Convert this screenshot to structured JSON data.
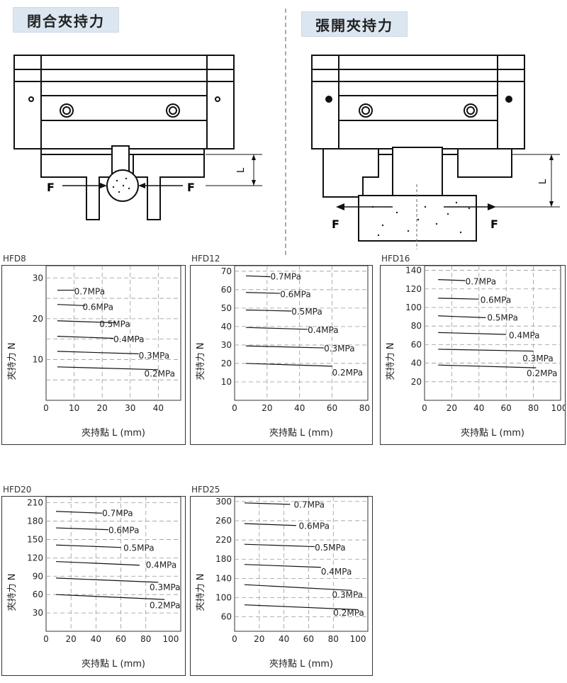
{
  "diagrams": {
    "close_title": "閉合夾持力",
    "open_title": "張開夾持力",
    "force_label": "F",
    "distance_label": "L"
  },
  "chart_data": [
    {
      "type": "line",
      "panel_label": "HFD8",
      "xlabel": "夾持點 L (mm)",
      "ylabel": "夾持力 N",
      "xlim": [
        0,
        48
      ],
      "ylim": [
        0,
        33
      ],
      "xticks": [
        0,
        10,
        20,
        30,
        40
      ],
      "yticks": [
        10,
        20,
        30
      ],
      "xgrid": [
        10,
        20,
        30,
        40
      ],
      "ygrid": [
        5,
        10,
        15,
        20,
        25,
        30
      ],
      "series": [
        {
          "name": "0.7MPa",
          "x": [
            4,
            10
          ],
          "y": [
            27,
            27
          ],
          "lx": 10,
          "ly": 26.7
        },
        {
          "name": "0.6MPa",
          "x": [
            4,
            14
          ],
          "y": [
            23.5,
            23.2
          ],
          "lx": 13,
          "ly": 22.8
        },
        {
          "name": "0.5MPa",
          "x": [
            4,
            25
          ],
          "y": [
            19.5,
            19.0
          ],
          "lx": 19,
          "ly": 18.7
        },
        {
          "name": "0.4MPa",
          "x": [
            4,
            24
          ],
          "y": [
            15.7,
            15.2
          ],
          "lx": 24,
          "ly": 14.9
        },
        {
          "name": "0.3MPa",
          "x": [
            4,
            33
          ],
          "y": [
            12,
            11.4
          ],
          "lx": 33,
          "ly": 10.9
        },
        {
          "name": "0.2MPa",
          "x": [
            4,
            40
          ],
          "y": [
            8.2,
            7.5
          ],
          "lx": 35,
          "ly": 6.5
        }
      ]
    },
    {
      "type": "line",
      "panel_label": "HFD12",
      "xlabel": "夾持點 L (mm)",
      "ylabel": "夾持力 N",
      "xlim": [
        0,
        82
      ],
      "ylim": [
        0,
        73
      ],
      "xticks": [
        0,
        20,
        40,
        60,
        80
      ],
      "yticks": [
        10,
        20,
        30,
        40,
        50,
        60,
        70
      ],
      "xgrid": [
        20,
        40,
        60
      ],
      "ygrid": [
        10,
        20,
        30,
        40,
        50,
        60,
        70
      ],
      "series": [
        {
          "name": "0.7MPa",
          "x": [
            7,
            22
          ],
          "y": [
            67.5,
            67
          ],
          "lx": 22,
          "ly": 67
        },
        {
          "name": "0.6MPa",
          "x": [
            7,
            28
          ],
          "y": [
            58.5,
            58
          ],
          "lx": 28,
          "ly": 57.5
        },
        {
          "name": "0.5MPa",
          "x": [
            7,
            35
          ],
          "y": [
            49,
            48.4
          ],
          "lx": 35,
          "ly": 48
        },
        {
          "name": "0.4MPa",
          "x": [
            7,
            45
          ],
          "y": [
            39.5,
            38.5
          ],
          "lx": 45,
          "ly": 38
        },
        {
          "name": "0.3MPa",
          "x": [
            7,
            55
          ],
          "y": [
            29.5,
            28.4
          ],
          "lx": 55,
          "ly": 28
        },
        {
          "name": "0.2MPa",
          "x": [
            7,
            60
          ],
          "y": [
            20,
            18.5
          ],
          "lx": 60,
          "ly": 15
        }
      ]
    },
    {
      "type": "line",
      "panel_label": "HFD16",
      "xlabel": "夾持點 L (mm)",
      "ylabel": "夾持力 N",
      "xlim": [
        0,
        100
      ],
      "ylim": [
        0,
        145
      ],
      "xticks": [
        0,
        20,
        40,
        60,
        80,
        100
      ],
      "yticks": [
        20,
        40,
        60,
        80,
        100,
        120,
        140
      ],
      "xgrid": [
        20,
        40,
        60,
        80
      ],
      "ygrid": [
        20,
        40,
        60,
        80,
        100,
        120,
        140
      ],
      "series": [
        {
          "name": "0.7MPa",
          "x": [
            10,
            30
          ],
          "y": [
            130,
            129
          ],
          "lx": 30,
          "ly": 128
        },
        {
          "name": "0.6MPa",
          "x": [
            10,
            40
          ],
          "y": [
            110,
            109
          ],
          "lx": 41,
          "ly": 108
        },
        {
          "name": "0.5MPa",
          "x": [
            10,
            45
          ],
          "y": [
            91,
            89
          ],
          "lx": 46,
          "ly": 89
        },
        {
          "name": "0.4MPa",
          "x": [
            10,
            60
          ],
          "y": [
            73,
            71
          ],
          "lx": 62,
          "ly": 70
        },
        {
          "name": "0.3MPa",
          "x": [
            10,
            80
          ],
          "y": [
            55,
            53
          ],
          "lx": 72,
          "ly": 45
        },
        {
          "name": "0.2MPa",
          "x": [
            10,
            82
          ],
          "y": [
            38,
            35
          ],
          "lx": 75,
          "ly": 29
        }
      ]
    },
    {
      "type": "line",
      "panel_label": "HFD20",
      "xlabel": "夾持點 L (mm)",
      "ylabel": "夾持力 N",
      "xlim": [
        0,
        108
      ],
      "ylim": [
        0,
        220
      ],
      "xticks": [
        0,
        20,
        40,
        60,
        80,
        100
      ],
      "yticks": [
        30,
        60,
        90,
        120,
        150,
        180,
        210
      ],
      "xgrid": [
        20,
        40,
        60,
        80
      ],
      "ygrid": [
        30,
        60,
        90,
        120,
        150,
        180,
        210
      ],
      "series": [
        {
          "name": "0.7MPa",
          "x": [
            8,
            45
          ],
          "y": [
            196,
            193
          ],
          "lx": 45,
          "ly": 193
        },
        {
          "name": "0.6MPa",
          "x": [
            8,
            50
          ],
          "y": [
            169,
            166
          ],
          "lx": 50,
          "ly": 165
        },
        {
          "name": "0.5MPa",
          "x": [
            8,
            60
          ],
          "y": [
            141,
            137
          ],
          "lx": 62,
          "ly": 136
        },
        {
          "name": "0.4MPa",
          "x": [
            8,
            75
          ],
          "y": [
            114,
            108
          ],
          "lx": 80,
          "ly": 108
        },
        {
          "name": "0.3MPa",
          "x": [
            8,
            90
          ],
          "y": [
            87,
            80
          ],
          "lx": 83,
          "ly": 72
        },
        {
          "name": "0.2MPa",
          "x": [
            8,
            95
          ],
          "y": [
            60,
            52
          ],
          "lx": 83,
          "ly": 42
        }
      ]
    },
    {
      "type": "line",
      "panel_label": "HFD25",
      "xlabel": "夾持點 L (mm)",
      "ylabel": "夾持力 N",
      "xlim": [
        0,
        108
      ],
      "ylim": [
        30,
        310
      ],
      "xticks": [
        0,
        20,
        40,
        60,
        80,
        100
      ],
      "yticks": [
        60,
        100,
        140,
        180,
        220,
        260,
        300
      ],
      "xgrid": [
        20,
        40,
        60,
        80
      ],
      "ygrid": [
        60,
        100,
        140,
        180,
        220,
        260,
        300
      ],
      "series": [
        {
          "name": "0.7MPa",
          "x": [
            8,
            45
          ],
          "y": [
            297,
            294
          ],
          "lx": 48,
          "ly": 293
        },
        {
          "name": "0.6MPa",
          "x": [
            8,
            50
          ],
          "y": [
            254,
            250
          ],
          "lx": 52,
          "ly": 249
        },
        {
          "name": "0.5MPa",
          "x": [
            8,
            65
          ],
          "y": [
            211,
            206
          ],
          "lx": 65,
          "ly": 204
        },
        {
          "name": "0.4MPa",
          "x": [
            8,
            70
          ],
          "y": [
            169,
            163
          ],
          "lx": 70,
          "ly": 154
        },
        {
          "name": "0.3MPa",
          "x": [
            8,
            95
          ],
          "y": [
            127,
            115
          ],
          "lx": 79,
          "ly": 106
        },
        {
          "name": "0.2MPa",
          "x": [
            8,
            100
          ],
          "y": [
            85,
            75
          ],
          "lx": 80,
          "ly": 68
        }
      ]
    }
  ]
}
